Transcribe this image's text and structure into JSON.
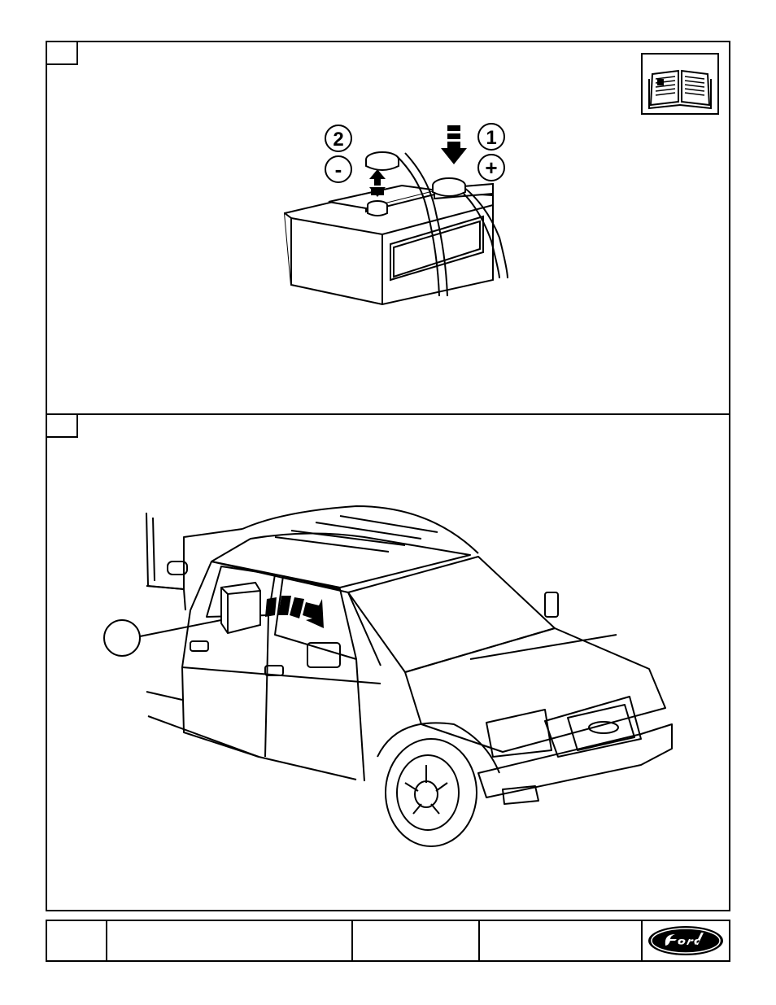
{
  "step1": {
    "step_number": "",
    "callouts": {
      "negative_number": "2",
      "negative_sign": "-",
      "positive_number": "1",
      "positive_sign": "+"
    },
    "icon": "manual-book-icon"
  },
  "step2": {
    "step_number": "",
    "callout_label": ""
  },
  "footer": {
    "cells": [
      "",
      "",
      "",
      ""
    ],
    "logo_icon": "ford-oval-logo"
  },
  "colors": {
    "ink": "#000000",
    "paper": "#ffffff"
  }
}
